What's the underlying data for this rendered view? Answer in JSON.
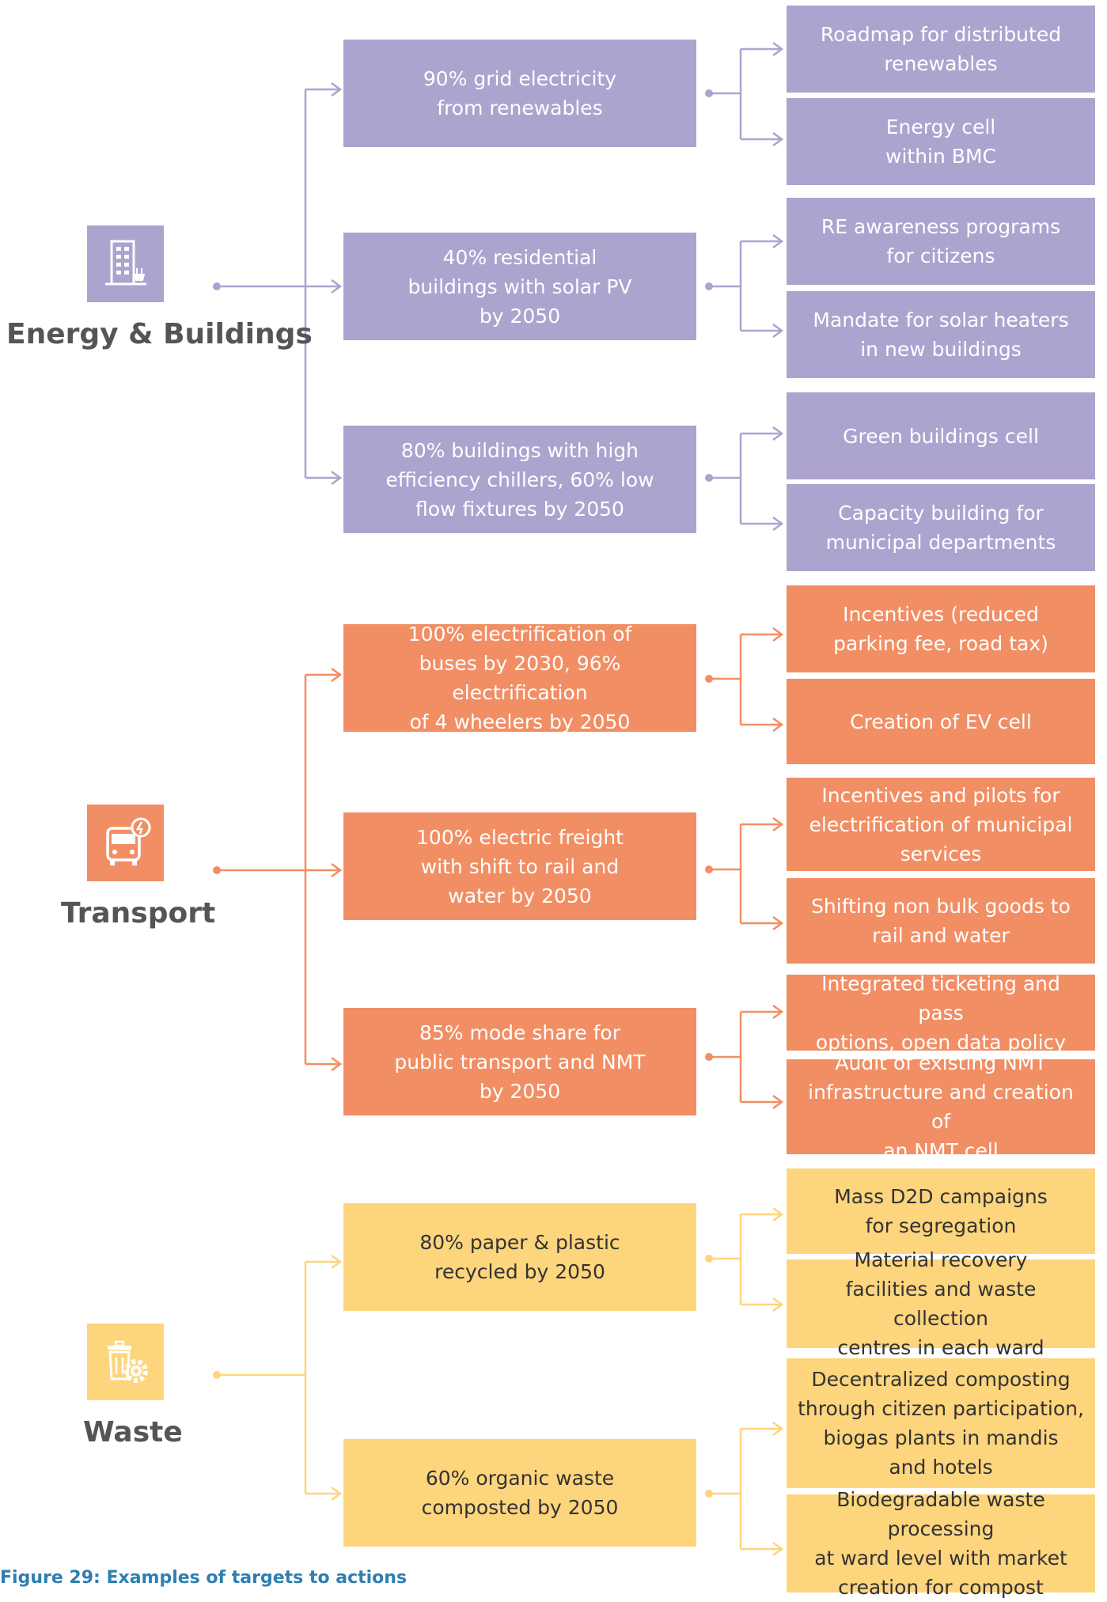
{
  "colors": {
    "energy": "#ada3cf",
    "transport": "#f28e64",
    "waste": "#fdd57d"
  },
  "categories": [
    {
      "name": "Energy & Buildings",
      "icon": "building-icon",
      "targets": [
        {
          "text": "90% grid electricity\nfrom renewables",
          "actions": [
            "Roadmap for distributed\nrenewables",
            "Energy cell\nwithin BMC"
          ]
        },
        {
          "text": "40% residential\nbuildings with solar PV\nby 2050",
          "actions": [
            "RE awareness programs\nfor citizens",
            "Mandate for solar heaters\nin new buildings"
          ]
        },
        {
          "text": "80% buildings with high\nefficiency chillers, 60% low\nflow fixtures by 2050",
          "actions": [
            "Green buildings cell",
            "Capacity building for\nmunicipal departments"
          ]
        }
      ]
    },
    {
      "name": "Transport",
      "icon": "bus-icon",
      "targets": [
        {
          "text": "100% electrification of\nbuses by 2030, 96% electrification\nof 4 wheelers by 2050",
          "actions": [
            "Incentives (reduced\nparking fee, road tax)",
            "Creation of EV cell"
          ]
        },
        {
          "text": "100% electric freight\nwith shift to rail and\nwater by 2050",
          "actions": [
            "Incentives and pilots for\nelectrification of municipal\nservices",
            "Shifting non bulk goods to\nrail and water"
          ]
        },
        {
          "text": "85% mode share for\npublic transport and NMT\nby 2050",
          "actions": [
            "Integrated ticketing and pass\noptions, open data policy",
            "Audit of existing NMT\ninfrastructure and creation of\nan NMT cell"
          ]
        }
      ]
    },
    {
      "name": "Waste",
      "icon": "waste-bin-gear-icon",
      "targets": [
        {
          "text": "80% paper & plastic\nrecycled by 2050",
          "actions": [
            "Mass D2D campaigns\nfor segregation",
            "Material recovery\nfacilities and waste collection\ncentres in each ward"
          ]
        },
        {
          "text": "60% organic waste\ncomposted by 2050",
          "actions": [
            "Decentralized composting\nthrough citizen participation,\nbiogas plants in mandis\nand hotels",
            "Biodegradable waste processing\nat ward level with market\ncreation for compost"
          ]
        }
      ]
    }
  ],
  "caption": "Figure 29: Examples of targets to actions"
}
